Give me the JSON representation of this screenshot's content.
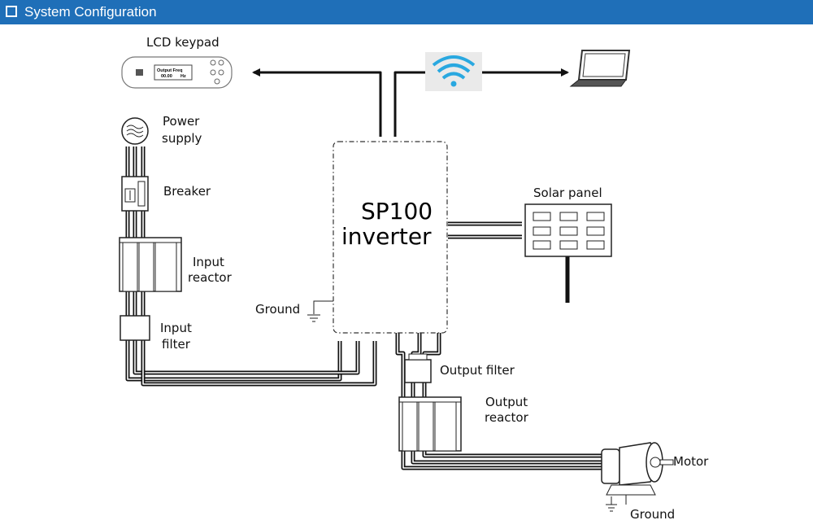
{
  "header": {
    "title": "System Configuration"
  },
  "colors": {
    "header_bg": "#1f6fb8",
    "line": "#111111"
  },
  "diagram": {
    "keypad": {
      "label": "LCD keypad",
      "display_line1": "Output Freq",
      "display_line2": "00.00",
      "display_unit": "Hz"
    },
    "power_supply": {
      "line1": "Power",
      "line2": "supply"
    },
    "breaker": {
      "label": "Breaker"
    },
    "input_reactor": {
      "line1": "Input",
      "line2": "reactor"
    },
    "input_filter": {
      "line1": "Input",
      "line2": "filter"
    },
    "ground_left": {
      "label": "Ground"
    },
    "inverter": {
      "line1": "SP100",
      "line2": "inverter"
    },
    "solar_panel": {
      "label": "Solar panel"
    },
    "output_filter": {
      "label": "Output filter"
    },
    "output_reactor": {
      "line1": "Output",
      "line2": "reactor"
    },
    "motor": {
      "label": "Motor"
    },
    "ground_motor": {
      "label": "Ground"
    },
    "icons": [
      "wifi-icon",
      "laptop-icon",
      "power-supply-icon",
      "breaker-icon",
      "reactor-icon",
      "filter-icon",
      "ground-icon",
      "motor-icon",
      "solar-panel-icon"
    ]
  }
}
